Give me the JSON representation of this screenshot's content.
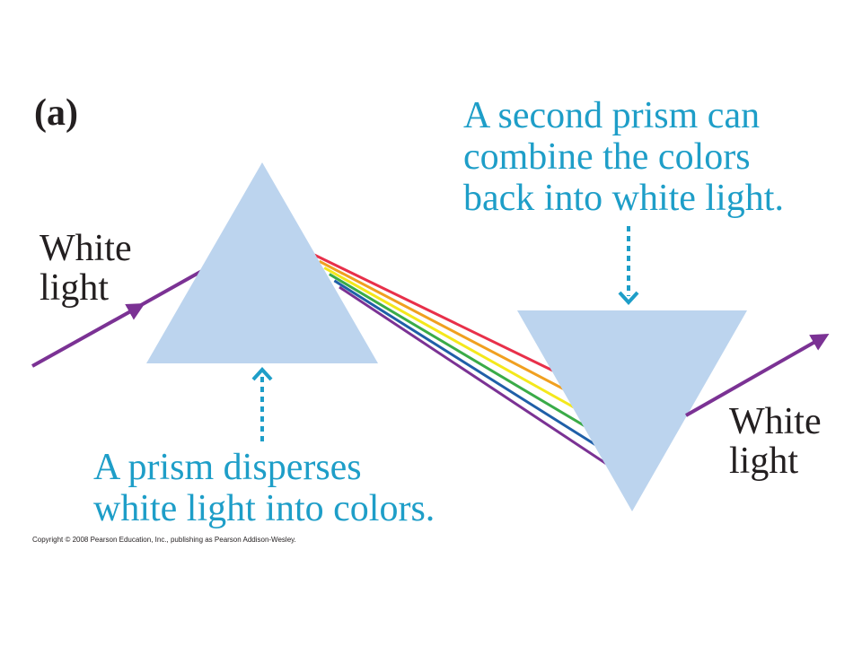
{
  "panel_label": "(a)",
  "incoming_label": [
    "White",
    "light"
  ],
  "outgoing_label": [
    "White",
    "light"
  ],
  "second_prism_caption": [
    "A second prism can",
    "combine the colors",
    "back into white light."
  ],
  "first_prism_caption": [
    "A prism disperses",
    "white light into colors."
  ],
  "copyright": "Copyright © 2008 Pearson Education, Inc., publishing as Pearson Addison-Wesley.",
  "colors": {
    "prism_fill": "#bcd4ee",
    "white_light": "#7b3294",
    "caption_text": "#1e9ec8",
    "pointer": "#1e9ec8",
    "spectrum": [
      "#e8304a",
      "#f0a020",
      "#f4e81c",
      "#3aab48",
      "#1f5fa8",
      "#7b3294"
    ]
  }
}
